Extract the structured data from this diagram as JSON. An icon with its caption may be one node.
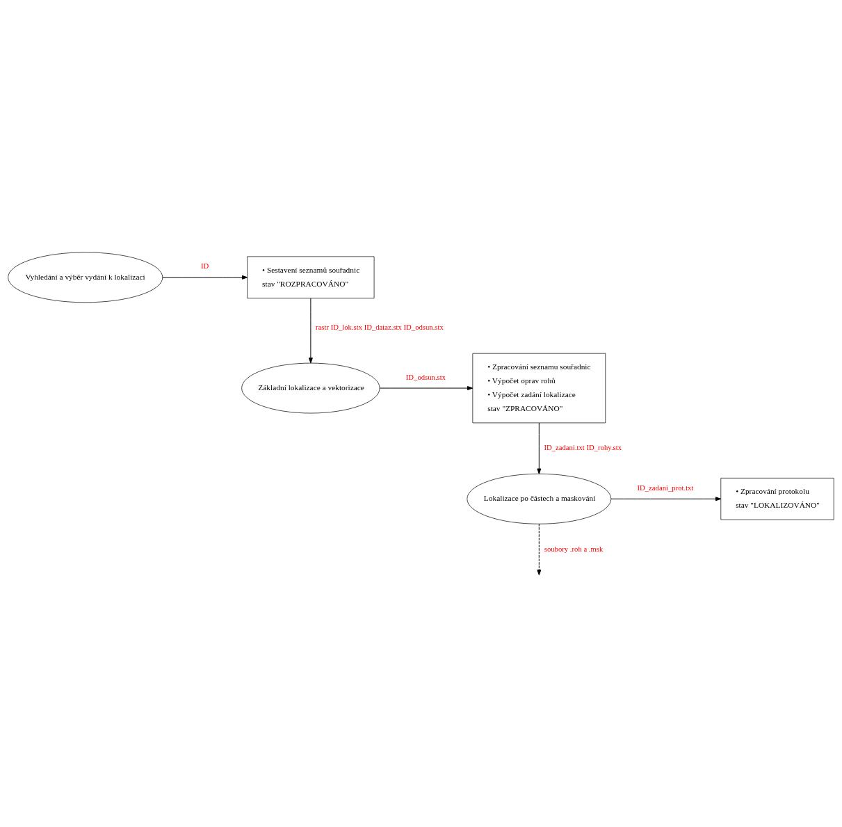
{
  "diagram": {
    "nodes": [
      {
        "text": [
          "Vyhledání a výběr vydání k lokalizaci"
        ]
      },
      {
        "text": [
          "• Sestavení seznamů souřadnic",
          "stav \"ROZPRACOVÁNO\""
        ]
      },
      {
        "text": [
          "Základní lokalizace a vektorizace"
        ]
      },
      {
        "text": [
          "• Zpracování seznamu souřadnic",
          "• Výpočet oprav rohů",
          "• Výpočet zadání lokalizace",
          "stav \"ZPRACOVÁNO\""
        ]
      },
      {
        "text": [
          "Lokalizace po částech a maskování"
        ]
      },
      {
        "text": [
          "• Zpracování protokolu",
          "stav \"LOKALIZOVÁNO\""
        ]
      }
    ],
    "edges": [
      {
        "from": 0,
        "to": 1,
        "arrow": "to",
        "label": "ID"
      },
      {
        "from": 1,
        "to": 2,
        "arrow": "to",
        "label": "rastr ID_lok.stx ID_dataz.stx ID_odsun.stx"
      },
      {
        "from": 2,
        "to": 3,
        "arrow": "to",
        "label": "ID_odsun.stx"
      },
      {
        "from": 3,
        "to": 4,
        "arrow": "to",
        "label": "ID_zadani.txt ID_rohy.stx"
      },
      {
        "from": 4,
        "to": 5,
        "arrow": "to",
        "label": "ID_zadani_prot.txt"
      },
      {
        "from": 4,
        "to": null,
        "arrow": "to",
        "label": "soubory .roh a .msk",
        "style": "dashed"
      }
    ]
  }
}
